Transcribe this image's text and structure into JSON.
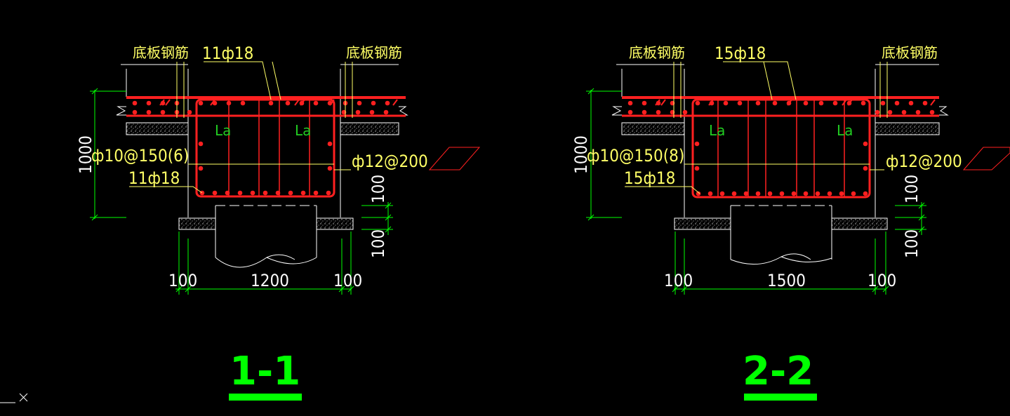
{
  "sections": [
    {
      "title": "1-1",
      "slab_rebar_left": "底板钢筋",
      "slab_rebar_right": "底板钢筋",
      "top_bars": "11ф18",
      "bottom_bars": "11ф18",
      "stirrups": "ф10@150(6)",
      "side_bars": "ф12@200",
      "anchor_left": "La",
      "anchor_right": "La",
      "height_dim": "1000",
      "right_dim_1": "100",
      "right_dim_2": "100",
      "bottom_dim_left": "100",
      "bottom_dim_mid": "1200",
      "bottom_dim_right": "100"
    },
    {
      "title": "2-2",
      "slab_rebar_left": "底板钢筋",
      "slab_rebar_right": "底板钢筋",
      "top_bars": "15ф18",
      "bottom_bars": "15ф18",
      "stirrups": "ф10@150(8)",
      "side_bars": "ф12@200",
      "anchor_left": "La",
      "anchor_right": "La",
      "height_dim": "1000",
      "right_dim_1": "100",
      "right_dim_2": "100",
      "bottom_dim_left": "100",
      "bottom_dim_mid": "1500",
      "bottom_dim_right": "100"
    }
  ],
  "ucs_icon": "ucs-cross-icon",
  "colors": {
    "background": "#000000",
    "rebar": "#ff2020",
    "text": "#ffff66",
    "dimension": "#00ff00",
    "title": "#00ff00",
    "structure": "#ffffff"
  }
}
